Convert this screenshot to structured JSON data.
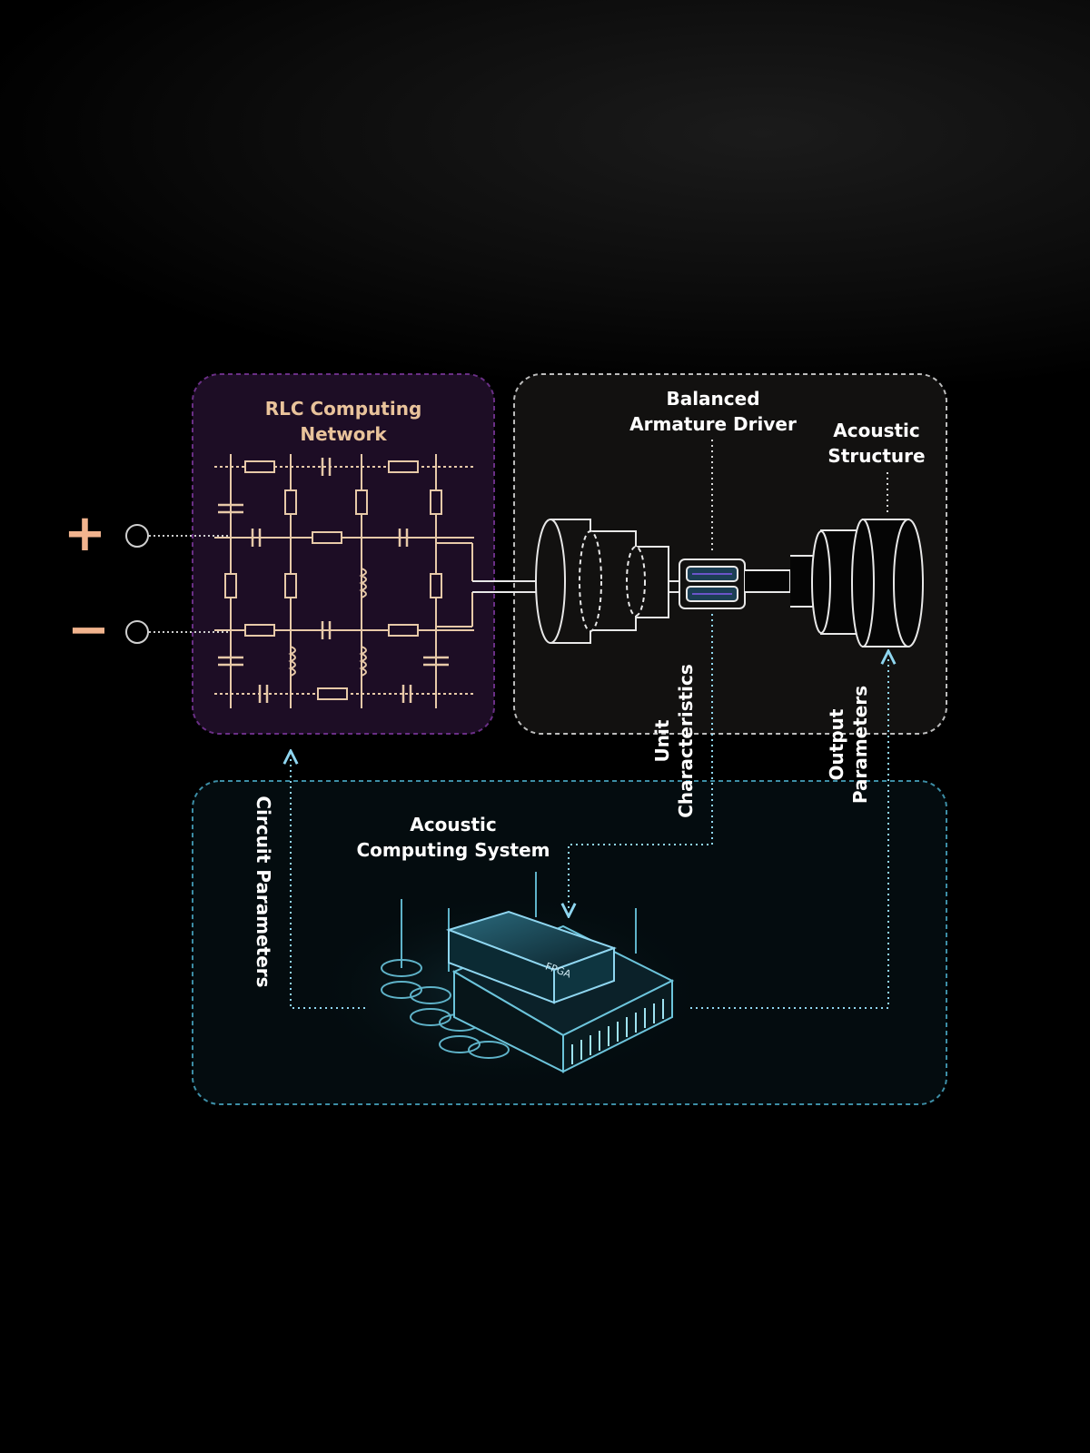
{
  "labels": {
    "rlc_line1": "RLC Computing",
    "rlc_line2": "Network",
    "ba_line1": "Balanced",
    "ba_line2": "Armature Driver",
    "as_line1": "Acoustic",
    "as_line2": "Structure",
    "acs_line1": "Acoustic",
    "acs_line2": "Computing System",
    "unit_line1": "Unit",
    "unit_line2": "Characteristics",
    "out_line1": "Output",
    "out_line2": "Parameters",
    "circuit": "Circuit Parameters",
    "plus": "+",
    "minus": "−",
    "chip": "FPGA"
  },
  "colors": {
    "rlc_border": "#6a2f86",
    "rlc_fill": "#1d0d25",
    "circuit_line": "#e7c9a8",
    "driver_border": "#bdbdbd",
    "driver_fill": "#121110",
    "system_border": "#3d8ea6",
    "system_fill": "#040c0f",
    "arrow": "#8fd6f0",
    "sign": "#f2b48e"
  }
}
